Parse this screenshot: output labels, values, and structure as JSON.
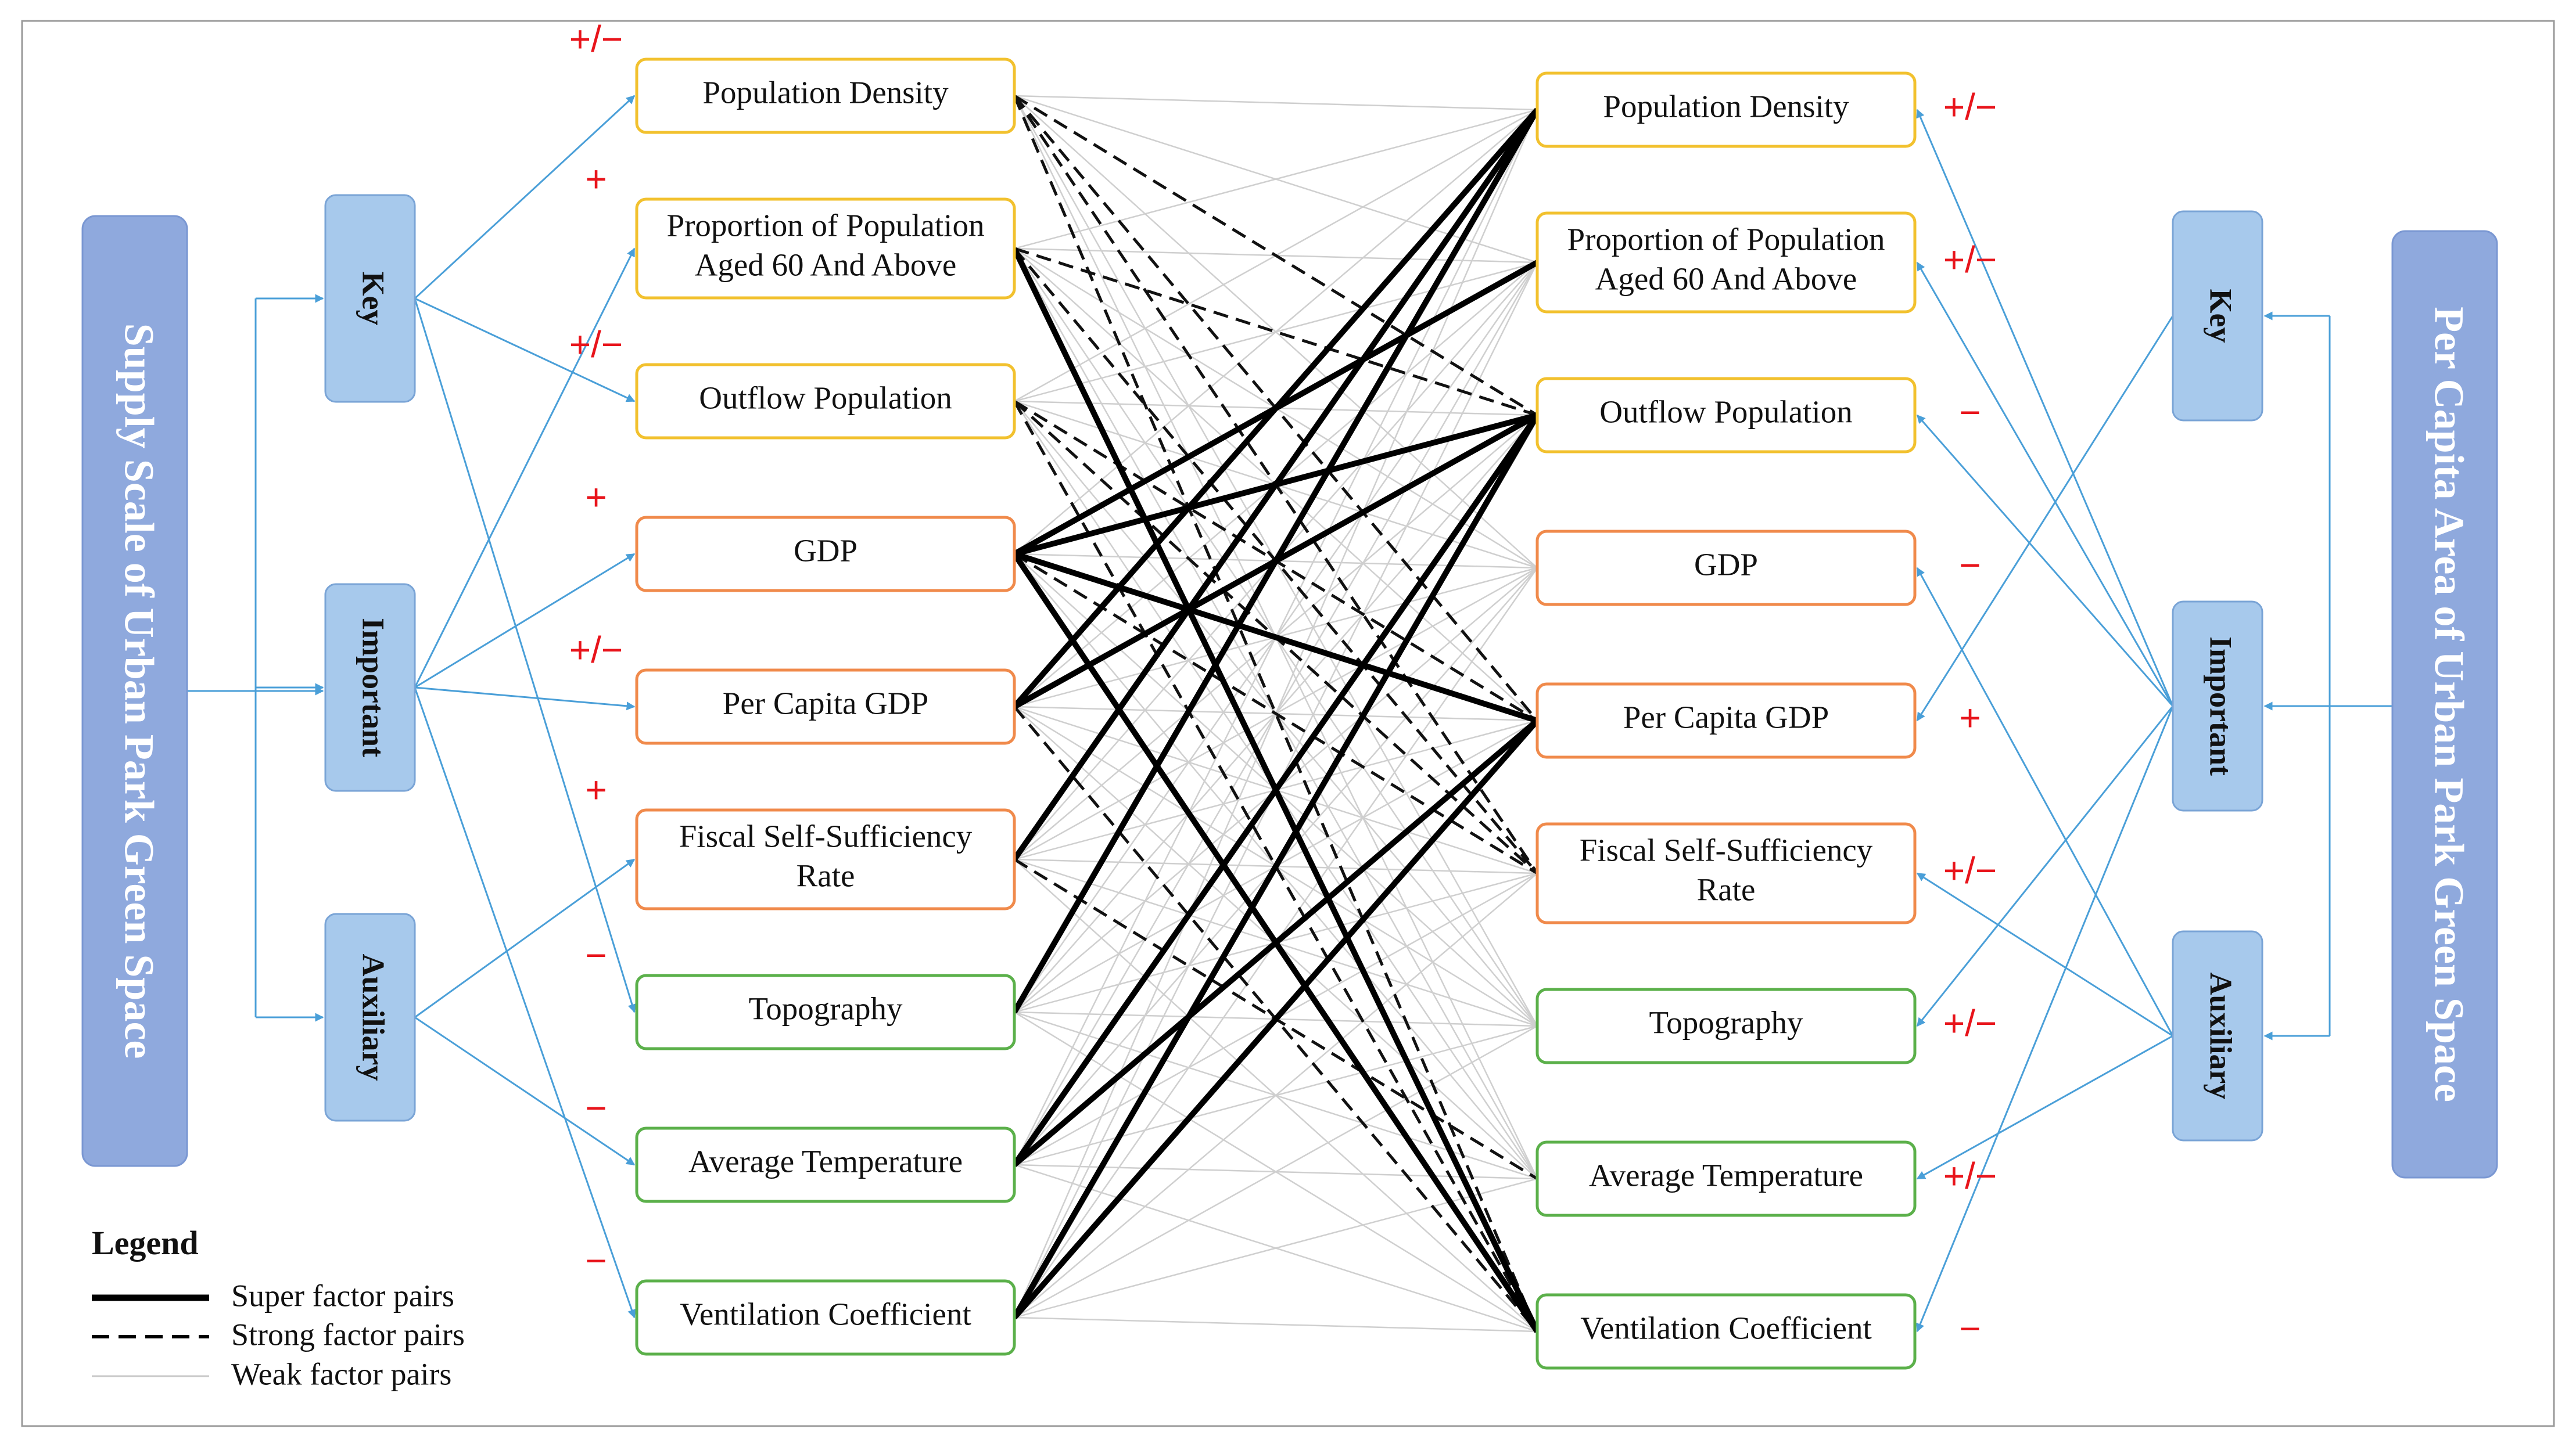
{
  "left_title": "Supply Scale of Urban Park Green Space",
  "right_title": "Per Capita Area of Urban Park Green Space",
  "levels": [
    "Key",
    "Important",
    "Auxiliary"
  ],
  "colors": {
    "society": "#f2c12e",
    "economy": "#f08a4b",
    "nature": "#5bb04a",
    "sign": "#e8141b",
    "connector": "#4a9fd8",
    "bar": "#8fa9dd",
    "pill": "#a7c9ec"
  },
  "left_factors": [
    {
      "label": "Population Density",
      "group": "society",
      "sign": "+/−",
      "level": "Key"
    },
    {
      "label": "Proportion of Population Aged 60 And Above",
      "group": "society",
      "sign": "+",
      "level": "Important"
    },
    {
      "label": "Outflow Population",
      "group": "society",
      "sign": "+/−",
      "level": "Key"
    },
    {
      "label": "GDP",
      "group": "economy",
      "sign": "+",
      "level": "Important"
    },
    {
      "label": "Per Capita GDP",
      "group": "economy",
      "sign": "+/−",
      "level": "Important"
    },
    {
      "label": "Fiscal Self-Sufficiency Rate",
      "group": "economy",
      "sign": "+",
      "level": "Auxiliary"
    },
    {
      "label": "Topography",
      "group": "nature",
      "sign": "−",
      "level": "Key"
    },
    {
      "label": "Average Temperature",
      "group": "nature",
      "sign": "−",
      "level": "Auxiliary"
    },
    {
      "label": "Ventilation Coefficient",
      "group": "nature",
      "sign": "−",
      "level": "Important"
    }
  ],
  "right_factors": [
    {
      "label": "Population Density",
      "group": "society",
      "sign": "+/−",
      "level": "Important"
    },
    {
      "label": "Proportion of Population Aged 60 And Above",
      "group": "society",
      "sign": "+/−",
      "level": "Important"
    },
    {
      "label": "Outflow Population",
      "group": "society",
      "sign": "−",
      "level": "Important"
    },
    {
      "label": "GDP",
      "group": "economy",
      "sign": "−",
      "level": "Auxiliary"
    },
    {
      "label": "Per Capita GDP",
      "group": "economy",
      "sign": "+",
      "level": "Key"
    },
    {
      "label": "Fiscal Self-Sufficiency Rate",
      "group": "economy",
      "sign": "+/−",
      "level": "Auxiliary"
    },
    {
      "label": "Topography",
      "group": "nature",
      "sign": "+/−",
      "level": "Important"
    },
    {
      "label": "Average Temperature",
      "group": "nature",
      "sign": "+/−",
      "level": "Auxiliary"
    },
    {
      "label": "Ventilation Coefficient",
      "group": "nature",
      "sign": "−",
      "level": "Important"
    }
  ],
  "super_pairs": [
    [
      3,
      2
    ],
    [
      3,
      4
    ],
    [
      3,
      8
    ],
    [
      4,
      0
    ],
    [
      4,
      2
    ],
    [
      7,
      2
    ],
    [
      7,
      4
    ],
    [
      8,
      4
    ],
    [
      1,
      8
    ],
    [
      3,
      1
    ],
    [
      8,
      2
    ],
    [
      6,
      0
    ],
    [
      5,
      0
    ]
  ],
  "strong_pairs": [
    [
      0,
      2
    ],
    [
      0,
      4
    ],
    [
      0,
      5
    ],
    [
      0,
      8
    ],
    [
      1,
      2
    ],
    [
      1,
      5
    ],
    [
      2,
      5
    ],
    [
      2,
      8
    ],
    [
      4,
      8
    ],
    [
      5,
      7
    ],
    [
      3,
      5
    ],
    [
      2,
      4
    ]
  ],
  "legend": {
    "title": "Legend",
    "items": [
      {
        "label": "Super factor pairs",
        "style": "super"
      },
      {
        "label": "Strong factor pairs",
        "style": "strong"
      },
      {
        "label": "Weak factor pairs",
        "style": "weak"
      }
    ]
  }
}
